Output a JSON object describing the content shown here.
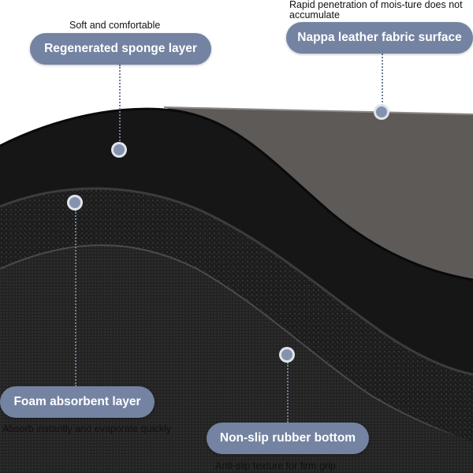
{
  "colors": {
    "pill_fill": "#7383a1",
    "dot_fill": "#8493ad",
    "surface_grey": "#5e5a58",
    "layer_black": "#151515",
    "rubber_dark": "#2a2a2a"
  },
  "callouts": {
    "sponge": {
      "label": "Regenerated sponge layer",
      "caption": "Soft and comfortable"
    },
    "nappa": {
      "label": "Nappa leather fabric surface",
      "caption": "Rapid penetration of mois-ture does not accumulate"
    },
    "foam": {
      "label": "Foam absorbent layer",
      "caption": "Absorb instantly and evaporate quickly"
    },
    "rubber": {
      "label": "Non-slip rubber bottom",
      "caption": "Anti-slip texture for firm grip"
    }
  }
}
